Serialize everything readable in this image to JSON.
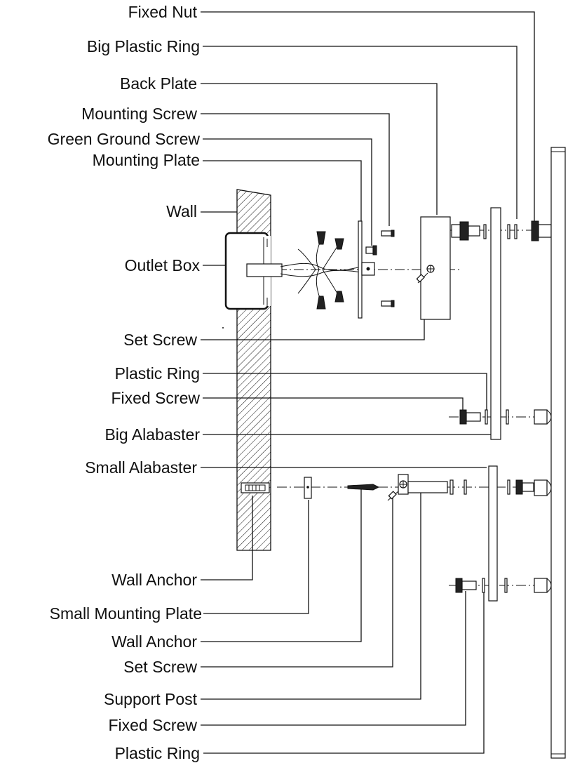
{
  "labels": {
    "fixed_nut": "Fixed Nut",
    "big_plastic_ring": "Big Plastic Ring",
    "back_plate": "Back Plate",
    "mounting_screw": "Mounting Screw",
    "green_ground_screw": "Green Ground Screw",
    "mounting_plate": "Mounting Plate",
    "wall": "Wall",
    "outlet_box": "Outlet Box",
    "set_screw_upper": "Set Screw",
    "plastic_ring_upper": "Plastic Ring",
    "fixed_screw_upper": "Fixed Screw",
    "big_alabaster": "Big Alabaster",
    "small_alabaster": "Small Alabaster",
    "wall_anchor_left": "Wall Anchor",
    "small_mounting_plate": "Small Mounting Plate",
    "wall_anchor_right": "Wall Anchor",
    "set_screw_lower": "Set Screw",
    "support_post": "Support Post",
    "fixed_screw_lower": "Fixed Screw",
    "plastic_ring_lower": "Plastic Ring"
  }
}
